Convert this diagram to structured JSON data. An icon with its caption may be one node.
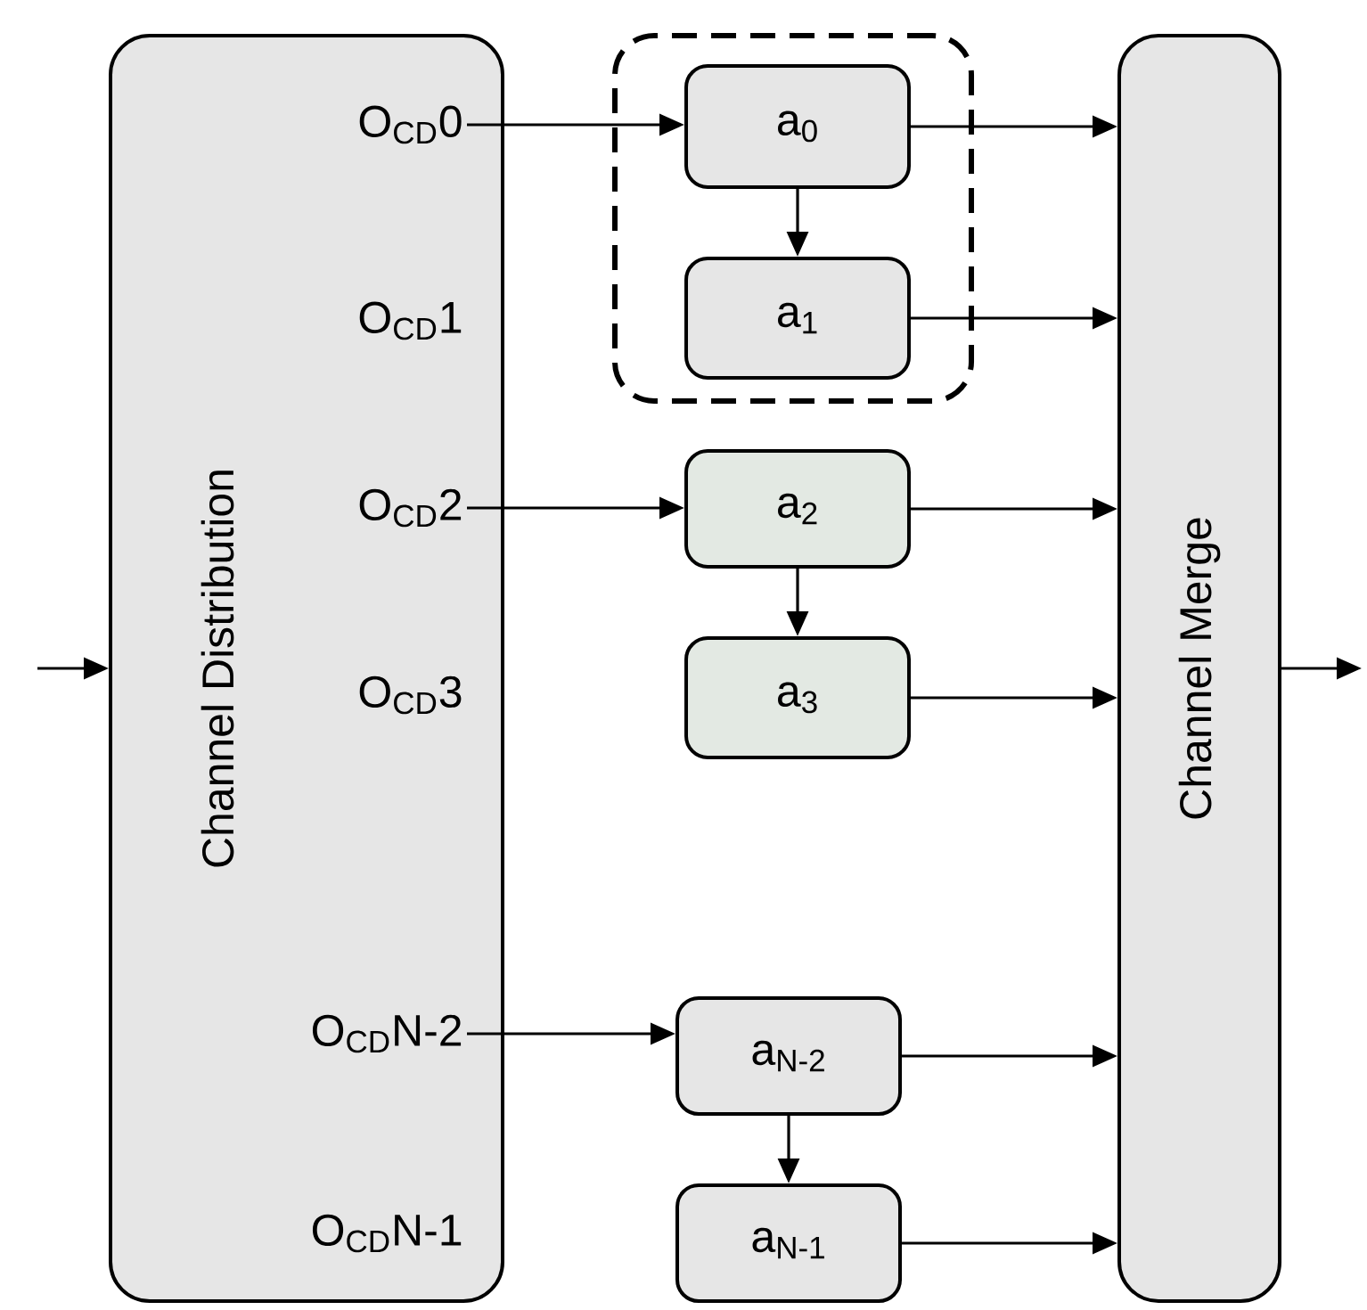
{
  "diagram": {
    "nodes": [
      {
        "text": [
          "Channel Distribution"
        ]
      },
      {
        "text": [
          "O$_{CD}$0"
        ],
        "in": 0
      },
      {
        "text": [
          "O$_{CD}$1"
        ],
        "in": 0
      },
      {
        "text": [
          "O$_{CD}$2"
        ],
        "in": 0
      },
      {
        "text": [
          "O$_{CD}$3"
        ],
        "in": 0
      },
      {
        "text": [
          "O$_{CD}$N-2"
        ],
        "in": 0
      },
      {
        "text": [
          "O$_{CD}$N-1"
        ],
        "in": 0
      },
      {
        "text": [],
        "shape": "box"
      },
      {
        "text": [
          "a$_{0}$"
        ],
        "in": 7
      },
      {
        "text": [
          "a$_{1}$"
        ],
        "in": 7
      },
      {
        "text": [
          "a$_{2}$"
        ]
      },
      {
        "text": [
          "a$_{3}$"
        ]
      },
      {
        "text": [
          "a$_{N-2}$"
        ]
      },
      {
        "text": [
          "a$_{N-1}$"
        ]
      },
      {
        "text": [
          "Channel Merge"
        ]
      }
    ],
    "edges": [
      {
        "from": null,
        "to": 0,
        "arrow": "to"
      },
      {
        "from": 1,
        "to": 8,
        "arrow": "to"
      },
      {
        "from": 8,
        "to": 9,
        "arrow": "to"
      },
      {
        "from": 3,
        "to": 10,
        "arrow": "to"
      },
      {
        "from": 10,
        "to": 11,
        "arrow": "to"
      },
      {
        "from": 5,
        "to": 12,
        "arrow": "to"
      },
      {
        "from": 12,
        "to": 13,
        "arrow": "to"
      },
      {
        "from": 8,
        "to": 14,
        "arrow": "to"
      },
      {
        "from": 9,
        "to": 14,
        "arrow": "to"
      },
      {
        "from": 10,
        "to": 14,
        "arrow": "to"
      },
      {
        "from": 11,
        "to": 14,
        "arrow": "to"
      },
      {
        "from": 12,
        "to": 14,
        "arrow": "to"
      },
      {
        "from": 13,
        "to": 14,
        "arrow": "to"
      },
      {
        "from": 14,
        "to": null,
        "arrow": "to"
      }
    ]
  }
}
